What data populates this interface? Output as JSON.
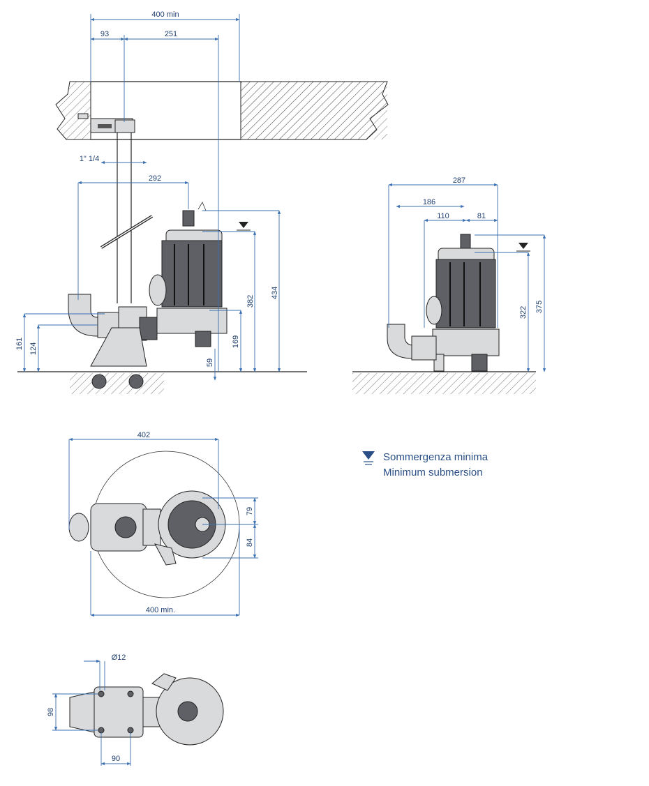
{
  "colors": {
    "dimension": "#3a6fb0",
    "text": "#1f3f6e",
    "outline": "#222222",
    "legend": "#2a4f86"
  },
  "side_view": {
    "dims": {
      "d400min": "400 min",
      "d93": "93",
      "d251": "251",
      "pipe": "1\" 1/4",
      "d292": "292",
      "d382": "382",
      "d434": "434",
      "d161": "161",
      "d124": "124",
      "d169": "169",
      "d59": "59"
    }
  },
  "free_view": {
    "dims": {
      "d287": "287",
      "d186": "186",
      "d110": "110",
      "d81": "81",
      "d322": "322",
      "d375": "375"
    }
  },
  "plan_view": {
    "dims": {
      "d402": "402",
      "d79": "79",
      "d84": "84",
      "d400min": "400 min."
    }
  },
  "base_view": {
    "dims": {
      "d12": "Ø12",
      "d98": "98",
      "d90": "90"
    }
  },
  "legend": {
    "line1": "Sommergenza minima",
    "line2": "Minimum submersion",
    "icon": "water-level-icon"
  }
}
